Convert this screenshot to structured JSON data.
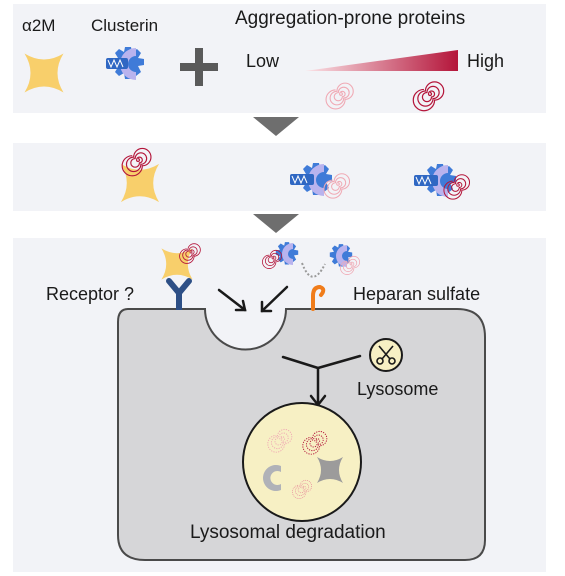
{
  "legend": {
    "a2m_label": "α2M",
    "clusterin_label": "Clusterin",
    "plus_symbol": "+",
    "gradient_title": "Aggregation-prone proteins",
    "gradient_low": "Low",
    "gradient_high": "High"
  },
  "cell": {
    "receptor_label": "Receptor ?",
    "heparan_label": "Heparan sulfate",
    "lysosome_label": "Lysosome",
    "degradation_label": "Lysosomal degradation"
  },
  "colors": {
    "panel_bg": "#f2f3f7",
    "a2m_yellow": "#f8cf6b",
    "clusterin_blue": "#3f7bd8",
    "clusterin_lilac": "#b9b3ee",
    "aggregate_red": "#b4153a",
    "aggregate_pink": "#f0a9b4",
    "cell_fill": "#d6d6d8",
    "receptor_blue": "#2d4f86",
    "heparan_orange": "#f07c1a",
    "lysosome_fill": "#f7f0c4"
  },
  "icons": [
    "a2m-cross-icon",
    "clusterin-icon",
    "plus-icon",
    "aggregate-spiral-icon",
    "scissors-icon",
    "down-arrow-icon"
  ]
}
